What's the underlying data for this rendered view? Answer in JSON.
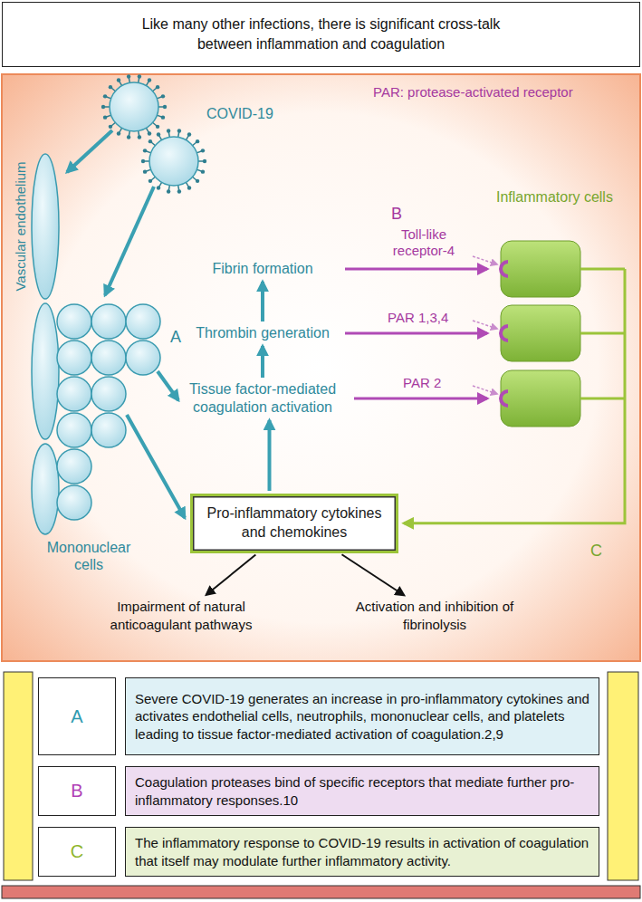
{
  "diagram": {
    "title": "Like many other infections, there is significant cross-talk between inflammation and coagulation",
    "nodes": [
      {
        "text": [
          "Fibrin formation"
        ]
      },
      {
        "text": [
          "Thrombin generation"
        ]
      },
      {
        "text": [
          "Tissue factor-mediated coagulation activation"
        ]
      },
      {
        "text": [
          "Pro-inflammatory cytokines and chemokines"
        ]
      },
      {
        "text": [
          "Impairment of natural anticoagulant pathways"
        ]
      },
      {
        "text": [
          "Activation and inhibition of fibrinolysis"
        ]
      },
      {
        "text": [
          "A"
        ]
      },
      {
        "text": [
          "Severe COVID-19 generates an increase in pro-inflammatory cytokines and activates endothelial cells, neutrophils, mononuclear cells, and platelets leading to tissue factor-mediated activation of coagulation.2,9"
        ]
      },
      {
        "text": [
          "B"
        ]
      },
      {
        "text": [
          "Coagulation proteases bind of specific receptors that mediate further pro-inflammatory responses.10"
        ]
      },
      {
        "text": [
          "C"
        ]
      },
      {
        "text": [
          "The inflammatory response to COVID-19 results in activation of coagulation that itself may modulate further inflammatory activity."
        ]
      }
    ],
    "edges": [
      {
        "from": 2,
        "to": 1,
        "arrow": "to"
      },
      {
        "from": 1,
        "to": 0,
        "arrow": "to"
      },
      {
        "from": 3,
        "to": 2,
        "arrow": "to"
      },
      {
        "from": 3,
        "to": 4,
        "arrow": "to"
      },
      {
        "from": 3,
        "to": 5,
        "arrow": "to"
      }
    ],
    "labels": [
      "PAR: protease-activated receptor",
      "COVID-19",
      "Vascular endothelium",
      "A",
      "Mononuclear cells",
      "B",
      "Inflammatory cells",
      "Toll-like receptor-4",
      "PAR 1,3,4",
      "PAR 2",
      "C"
    ]
  }
}
